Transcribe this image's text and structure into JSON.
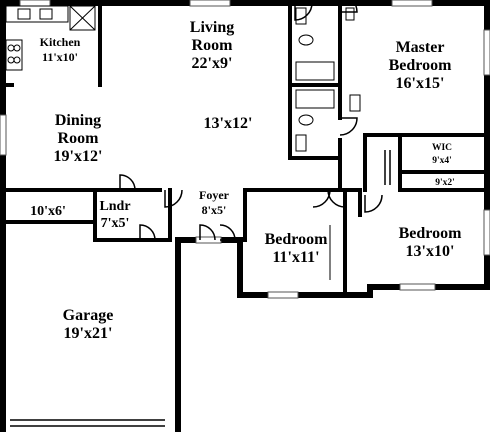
{
  "rooms": {
    "kitchen": {
      "name": "Kitchen",
      "size": "11'x10'"
    },
    "living": {
      "name1": "Living",
      "name2": "Room",
      "size": "22'x9'"
    },
    "master": {
      "name1": "Master",
      "name2": "Bedroom",
      "size": "16'x15'"
    },
    "dining": {
      "name1": "Dining",
      "name2": "Room",
      "size": "19'x12'"
    },
    "living_ext": {
      "size": "13'x12'"
    },
    "wic": {
      "name": "WIC",
      "size": "9'x4'"
    },
    "closet": {
      "size": "9'x2'"
    },
    "entry_nook": {
      "size": "10'x6'"
    },
    "laundry": {
      "name": "Lndr",
      "size": "7'x5'"
    },
    "foyer": {
      "name": "Foyer",
      "size": "8'x5'"
    },
    "bedroom2": {
      "name": "Bedroom",
      "size": "11'x11'"
    },
    "bedroom3": {
      "name": "Bedroom",
      "size": "13'x10'"
    },
    "garage": {
      "name": "Garage",
      "size": "19'x21'"
    }
  }
}
